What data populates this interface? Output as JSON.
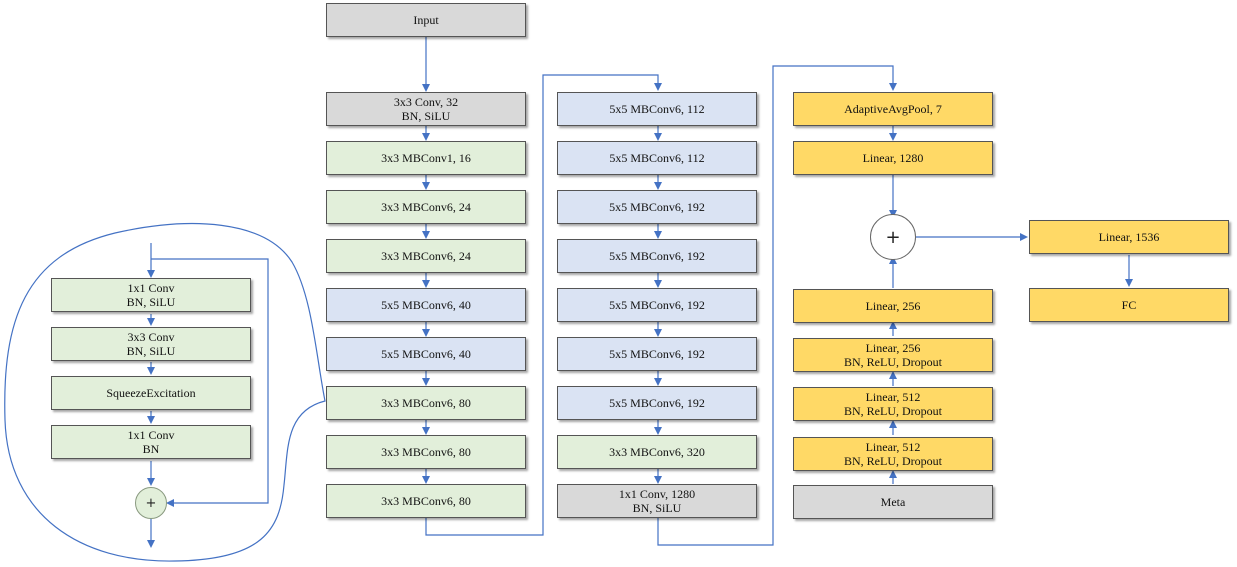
{
  "nodes": {
    "input": "Input",
    "stem": [
      "3x3 Conv, 32",
      "BN, SiLU"
    ],
    "col1": [
      "3x3 MBConv1, 16",
      "3x3 MBConv6, 24",
      "3x3 MBConv6, 24",
      "5x5 MBConv6, 40",
      "5x5 MBConv6, 40",
      "3x3 MBConv6, 80",
      "3x3 MBConv6, 80",
      "3x3 MBConv6, 80"
    ],
    "col2": [
      "5x5 MBConv6, 112",
      "5x5 MBConv6, 112",
      "5x5 MBConv6, 192",
      "5x5 MBConv6, 192",
      "5x5 MBConv6, 192",
      "5x5 MBConv6, 192",
      "5x5 MBConv6, 192",
      "3x3 MBConv6, 320"
    ],
    "head_conv": [
      "1x1 Conv, 1280",
      "BN, SiLU"
    ],
    "pool": "AdaptiveAvgPool, 7",
    "linear_1280": "Linear, 1280",
    "meta_linear_256": "Linear, 256",
    "meta_block_256": [
      "Linear, 256",
      "BN, ReLU, Dropout"
    ],
    "meta_block_512a": [
      "Linear, 512",
      "BN, ReLU, Dropout"
    ],
    "meta_block_512b": [
      "Linear, 512",
      "BN, ReLU, Dropout"
    ],
    "meta": "Meta",
    "linear_1536": "Linear, 1536",
    "fc": "FC",
    "mb_conv1": [
      "1x1 Conv",
      "BN, SiLU"
    ],
    "mb_conv2": [
      "3x3 Conv",
      "BN, SiLU"
    ],
    "mb_se": "SqueezeExcitation",
    "mb_conv3": [
      "1x1 Conv",
      "BN"
    ],
    "plus_symbol": "+"
  },
  "colors": {
    "gray": "#d9d9d9",
    "green": "#e2efda",
    "blue": "#dae3f3",
    "yellow": "#ffd966",
    "arrow": "#4472c4"
  }
}
